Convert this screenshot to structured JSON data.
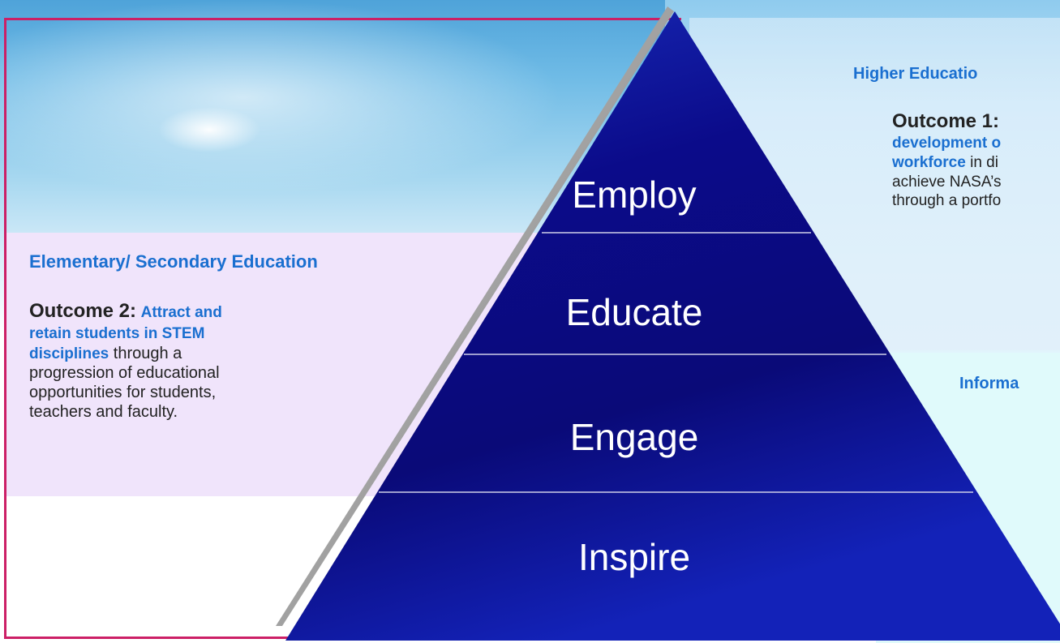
{
  "pyramid": {
    "tiers": [
      "Employ",
      "Educate",
      "Engage",
      "Inspire"
    ]
  },
  "elementary": {
    "heading": "Elementary/ Secondary Education",
    "outcome_label": "Outcome 2",
    "outcome_sep": ":",
    "highlight_1": "Attract and",
    "highlight_2": "retain students in STEM",
    "highlight_3": "disciplines",
    "body_1": " through a",
    "body_2": "progression of educational",
    "body_3": "opportunities for students,",
    "body_4": "teachers and faculty."
  },
  "higher": {
    "heading": "Higher Educatio",
    "outcome_label": "Outcome 1",
    "outcome_sep": ":",
    "highlight_1": "development o",
    "highlight_2": "workforce",
    "body_1": " in di",
    "body_2": "achieve NASA’s",
    "body_3": "through a portfo"
  },
  "informal": {
    "heading": "Informa"
  },
  "colors": {
    "accent_blue": "#1a6fd0",
    "frame_magenta": "#cc1f66",
    "pyramid_navy": "#0a0a7a"
  }
}
